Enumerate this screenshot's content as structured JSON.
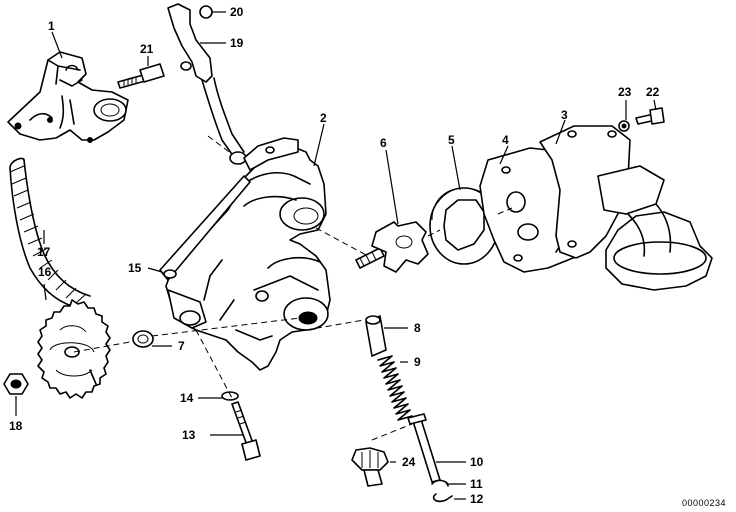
{
  "diagram": {
    "callouts": {
      "c1": "1",
      "c2": "2",
      "c3": "3",
      "c4": "4",
      "c5": "5",
      "c6": "6",
      "c7": "7",
      "c8": "8",
      "c9": "9",
      "c10": "10",
      "c11": "11",
      "c12": "12",
      "c13": "13",
      "c14": "14",
      "c15": "15",
      "c16": "16",
      "c17": "17",
      "c18": "18",
      "c19": "19",
      "c20": "20",
      "c21": "21",
      "c22": "22",
      "c23": "23",
      "c24": "24"
    },
    "drawing_number": "00000234"
  }
}
